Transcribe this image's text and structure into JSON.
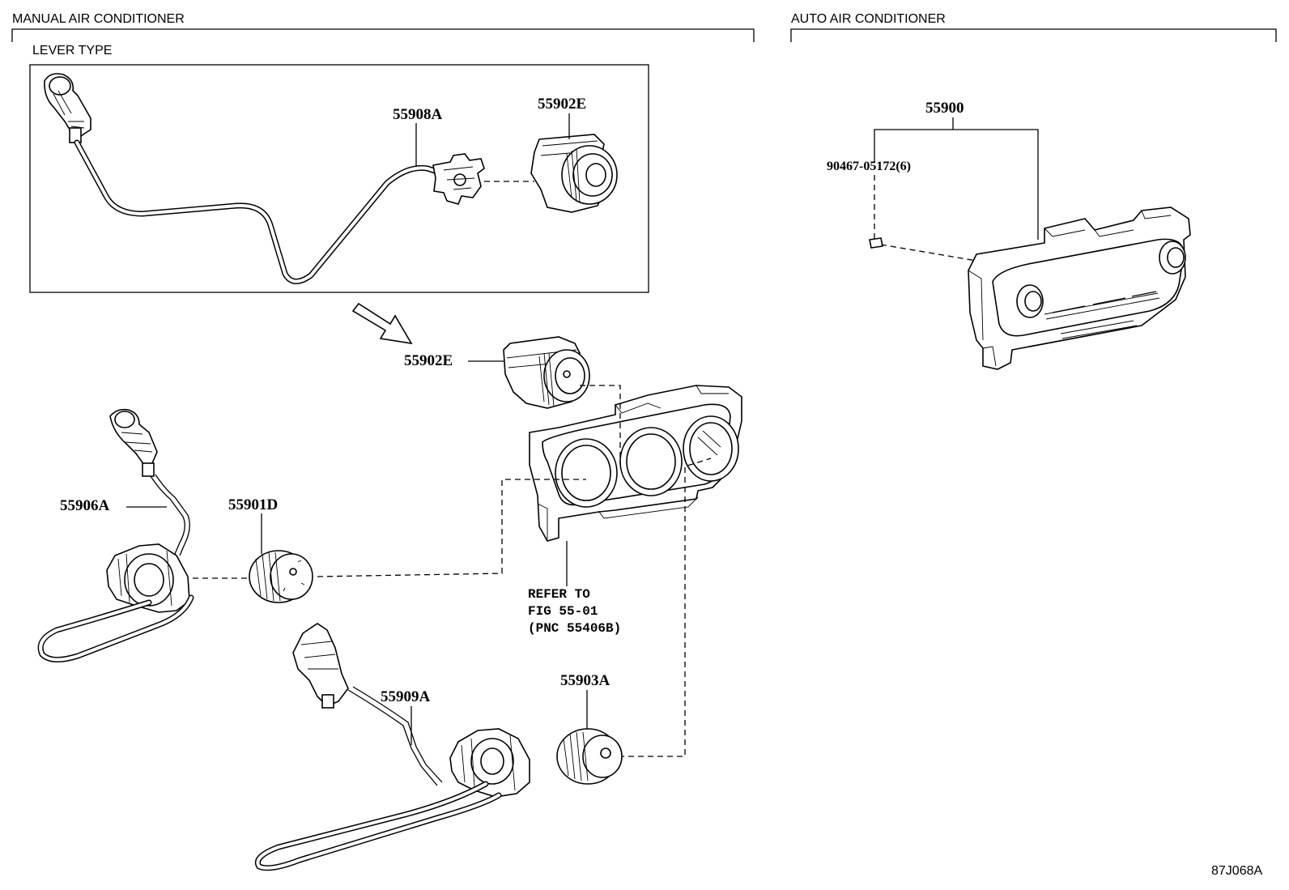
{
  "sections": {
    "manual": "MANUAL AIR CONDITIONER",
    "lever_type": "LEVER TYPE",
    "auto": "AUTO AIR CONDITIONER"
  },
  "parts": {
    "p55908A": "55908A",
    "p55902E_top": "55902E",
    "p55902E": "55902E",
    "p55906A": "55906A",
    "p55901D": "55901D",
    "p55909A": "55909A",
    "p55903A": "55903A",
    "p55900": "55900",
    "p90467": "90467-05172(6)"
  },
  "refer_note": {
    "line1": "REFER TO",
    "line2": "FIG 55-01",
    "line3": "(PNC 55406B)"
  },
  "figure_code": "87J068A"
}
